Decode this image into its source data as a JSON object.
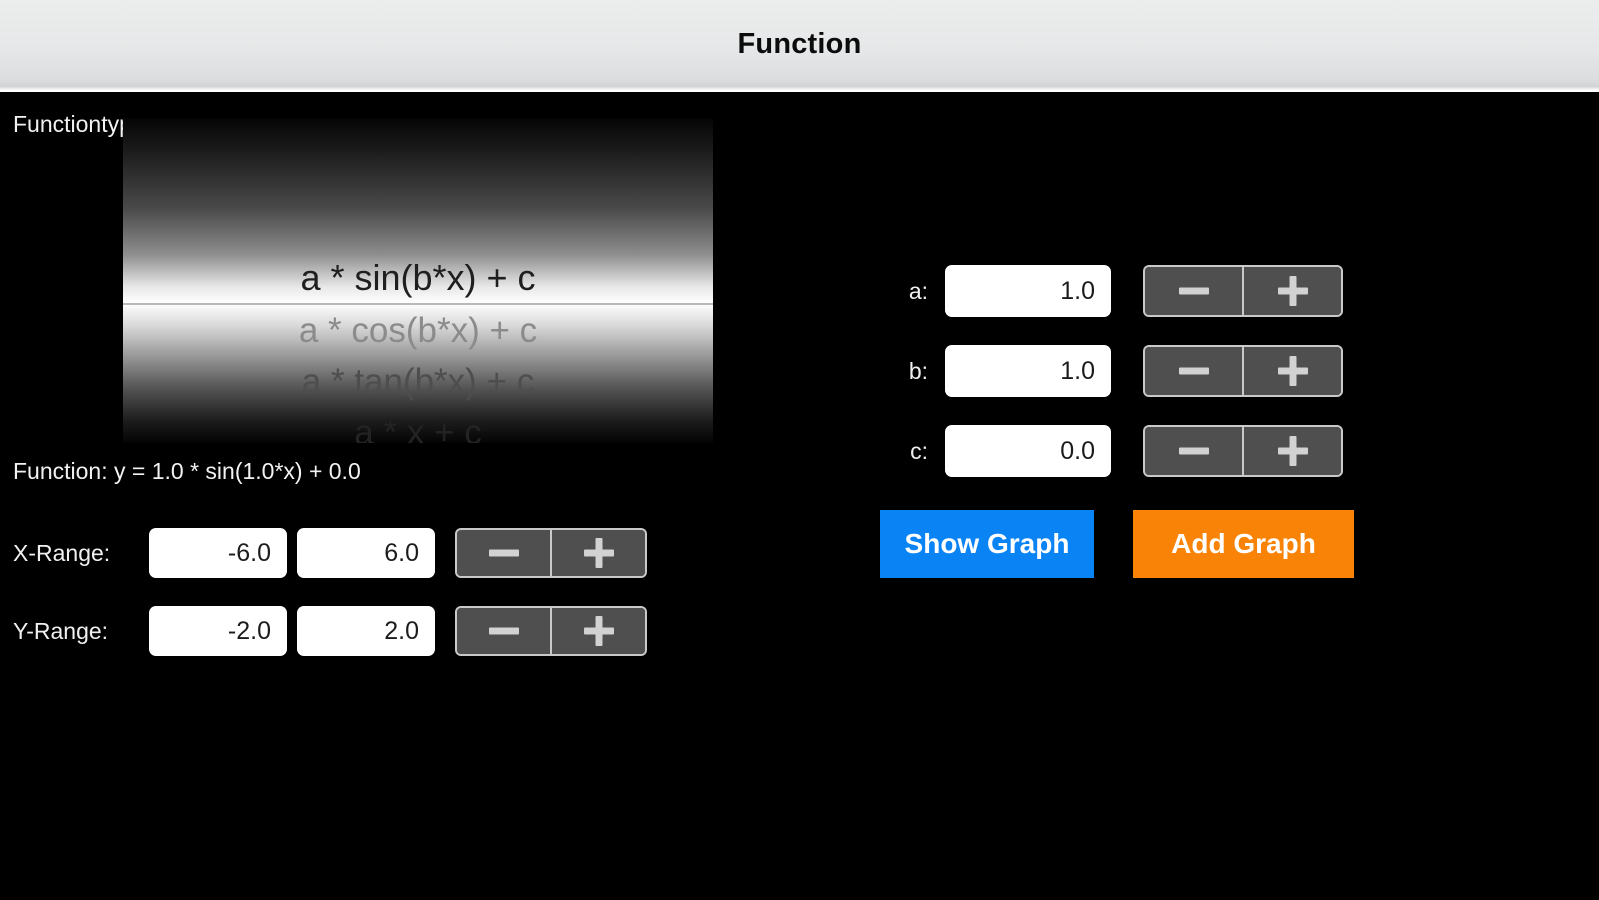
{
  "window": {
    "title": "Function"
  },
  "function_type": {
    "label": "Functiontyp:",
    "options": [
      "a * sin(b*x) + c",
      "a * cos(b*x) + c",
      "a * tan(b*x) + c",
      "a * x + c"
    ],
    "selected": "a * sin(b*x) + c"
  },
  "function_preview": {
    "text": "Function:  y = 1.0 * sin(1.0*x) + 0.0"
  },
  "ranges": {
    "x": {
      "label": "X-Range:",
      "min": "-6.0",
      "max": "6.0",
      "minus_label": "−",
      "plus_label": "+"
    },
    "y": {
      "label": "Y-Range:",
      "min": "-2.0",
      "max": "2.0",
      "minus_label": "−",
      "plus_label": "+"
    }
  },
  "parameters": [
    {
      "label": "a:",
      "value": "1.0"
    },
    {
      "label": "b:",
      "value": "1.0"
    },
    {
      "label": "c:",
      "value": "0.0"
    }
  ],
  "actions": {
    "show_graph": "Show Graph",
    "add_graph": "Add Graph"
  },
  "colors": {
    "background": "#000000",
    "titlebar": "#e6e7e8",
    "show_graph": "#0a84f5",
    "add_graph": "#f98307",
    "input_background": "#ffffff",
    "stepper_fill": "#4f4f4f",
    "stepper_border": "#c9c9c9"
  }
}
